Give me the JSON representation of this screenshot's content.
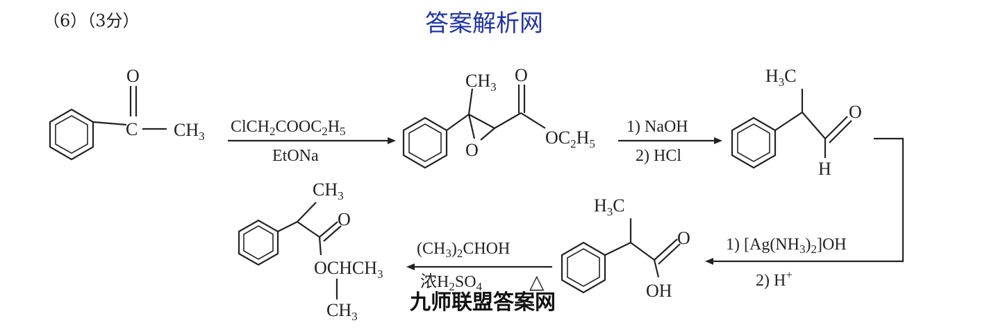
{
  "header": {
    "question_label": "（6）（3分）",
    "watermark_top": "答案解析网"
  },
  "watermark_bottom": "九师联盟答案网",
  "molecule1": {
    "oxygen": "O",
    "carbon": "C",
    "methyl": "CH",
    "methyl_sub": "3"
  },
  "step1": {
    "reagent_parts": [
      "ClCH",
      "2",
      "COOC",
      "2",
      "H",
      "5"
    ],
    "condition": "EtONa"
  },
  "molecule2": {
    "methyl": "CH",
    "methyl_sub": "3",
    "carbonyl_o": "O",
    "ring_o": "O",
    "ester": "OC",
    "ester_sub1": "2",
    "ester_h": "H",
    "ester_sub2": "5"
  },
  "step2": {
    "line1": "1) NaOH",
    "line2": "2) HCl"
  },
  "molecule3": {
    "methyl": "H",
    "methyl_sub": "3",
    "methyl_c": "C",
    "aldehyde_o": "O",
    "aldehyde_h": "H"
  },
  "step3": {
    "line1_parts": [
      "1) [Ag(NH",
      "3",
      ")",
      "2",
      "]OH"
    ],
    "line2": "2) H",
    "line2_sup": "+"
  },
  "molecule4": {
    "methyl": "H",
    "methyl_sub": "3",
    "methyl_c": "C",
    "carbonyl_o": "O",
    "hydroxyl": "OH"
  },
  "step4": {
    "reagent_parts": [
      "(CH",
      "3",
      ")",
      "2",
      "CHOH"
    ],
    "condition_parts": [
      "浓H",
      "2",
      "SO",
      "4"
    ],
    "heat_symbol": "△"
  },
  "molecule5": {
    "methyl_top": "CH",
    "methyl_top_sub": "3",
    "carbonyl_o": "O",
    "ester": "OCHCH",
    "ester_sub": "3",
    "methyl_bottom": "CH",
    "methyl_bottom_sub": "3"
  }
}
